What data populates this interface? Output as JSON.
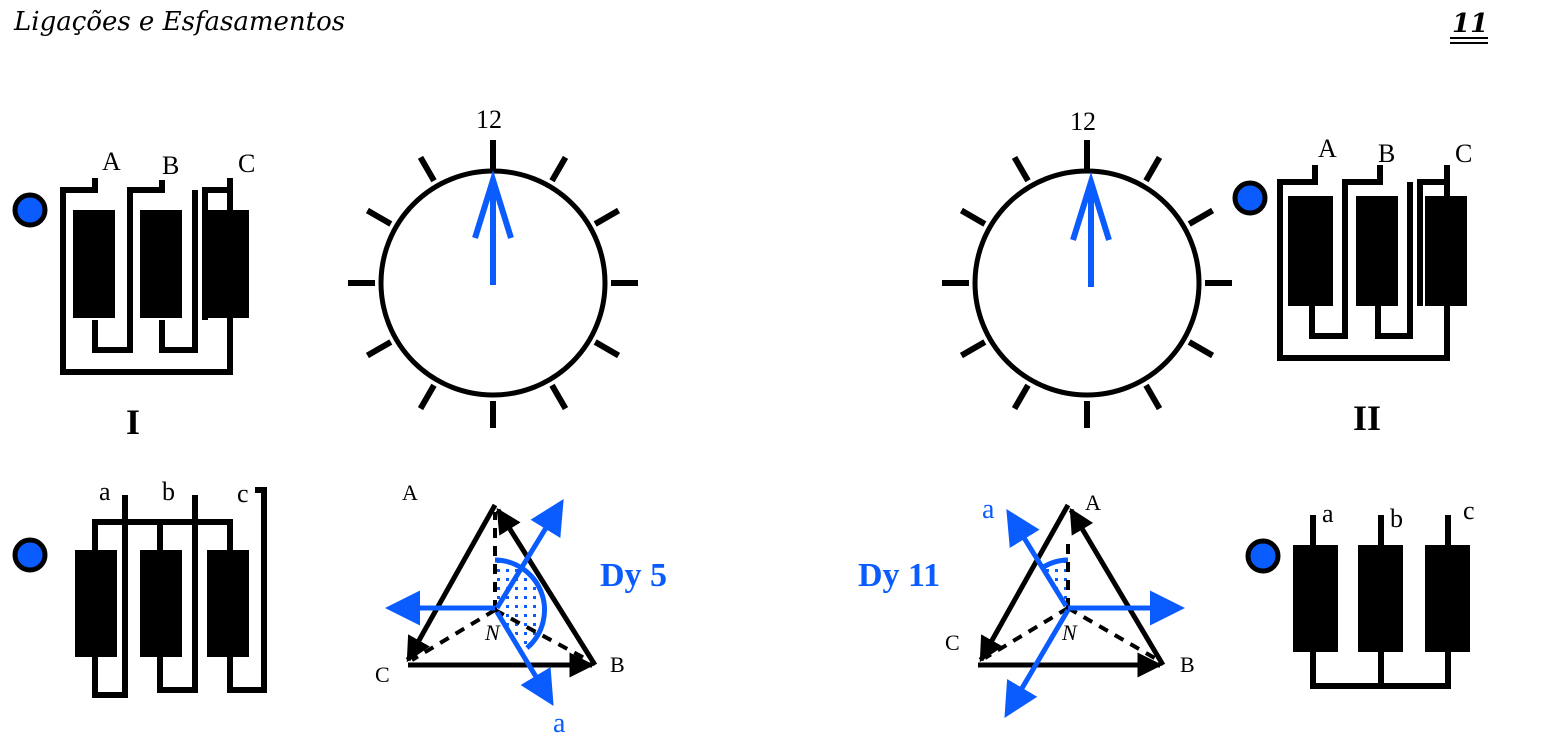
{
  "header": {
    "title": "Ligações  e  Esfasamentos",
    "page_number": "11"
  },
  "panel_I": {
    "roman": "I",
    "clock_label": "12",
    "hv_terminals": [
      "A",
      "B",
      "C"
    ],
    "lv_terminals": [
      "a",
      "b",
      "c"
    ],
    "phasor": {
      "vertices": [
        "A",
        "B",
        "C"
      ],
      "neutral": "N",
      "secondary": "a",
      "group": "Dy  5"
    }
  },
  "panel_II": {
    "roman": "II",
    "clock_label": "12",
    "hv_terminals": [
      "A",
      "B",
      "C"
    ],
    "lv_terminals": [
      "a",
      "b",
      "c"
    ],
    "phasor": {
      "vertices": [
        "A",
        "B",
        "C"
      ],
      "neutral": "N",
      "secondary": "a",
      "group": "Dy  11"
    }
  },
  "colors": {
    "accent": "#0a5cff",
    "ink": "#000000"
  }
}
